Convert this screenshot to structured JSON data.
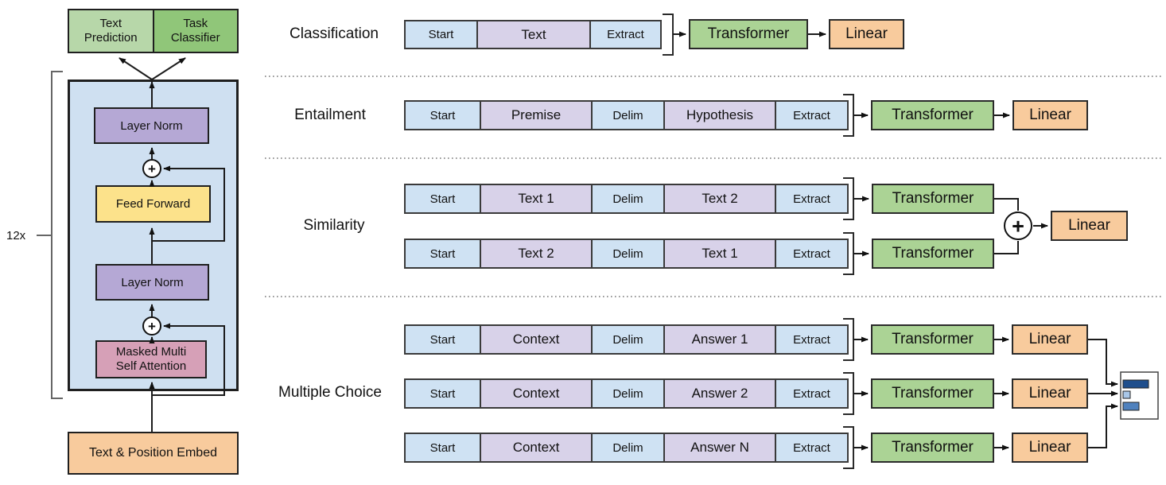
{
  "architecture": {
    "repeat_label": "12x",
    "outputs": [
      {
        "label": "Text Prediction"
      },
      {
        "label": "Task Classifier"
      }
    ],
    "stack": [
      {
        "label": "Layer Norm"
      },
      {
        "label": "Feed Forward"
      },
      {
        "label": "Layer Norm"
      },
      {
        "label": "Masked Multi Self Attention"
      }
    ],
    "input_label": "Text & Position Embed"
  },
  "operators": {
    "sum": "+"
  },
  "tasks": [
    {
      "label": "Classification",
      "rows": [
        {
          "cells": [
            {
              "text": "Start"
            },
            {
              "text": "Text"
            },
            {
              "text": "Extract"
            }
          ],
          "stages": [
            "Transformer",
            "Linear"
          ]
        }
      ]
    },
    {
      "label": "Entailment",
      "rows": [
        {
          "cells": [
            {
              "text": "Start"
            },
            {
              "text": "Premise"
            },
            {
              "text": "Delim"
            },
            {
              "text": "Hypothesis"
            },
            {
              "text": "Extract"
            }
          ],
          "stages": [
            "Transformer",
            "Linear"
          ]
        }
      ]
    },
    {
      "label": "Similarity",
      "rows": [
        {
          "cells": [
            {
              "text": "Start"
            },
            {
              "text": "Text 1"
            },
            {
              "text": "Delim"
            },
            {
              "text": "Text 2"
            },
            {
              "text": "Extract"
            }
          ],
          "stages": [
            "Transformer"
          ]
        },
        {
          "cells": [
            {
              "text": "Start"
            },
            {
              "text": "Text 2"
            },
            {
              "text": "Delim"
            },
            {
              "text": "Text 1"
            },
            {
              "text": "Extract"
            }
          ],
          "stages": [
            "Transformer"
          ]
        }
      ],
      "merge": {
        "operator": "+",
        "stage": "Linear"
      }
    },
    {
      "label": "Multiple Choice",
      "rows": [
        {
          "cells": [
            {
              "text": "Start"
            },
            {
              "text": "Context"
            },
            {
              "text": "Delim"
            },
            {
              "text": "Answer 1"
            },
            {
              "text": "Extract"
            }
          ],
          "stages": [
            "Transformer",
            "Linear"
          ]
        },
        {
          "cells": [
            {
              "text": "Start"
            },
            {
              "text": "Context"
            },
            {
              "text": "Delim"
            },
            {
              "text": "Answer 2"
            },
            {
              "text": "Extract"
            }
          ],
          "stages": [
            "Transformer",
            "Linear"
          ]
        },
        {
          "cells": [
            {
              "text": "Start"
            },
            {
              "text": "Context"
            },
            {
              "text": "Delim"
            },
            {
              "text": "Answer N"
            },
            {
              "text": "Extract"
            }
          ],
          "stages": [
            "Transformer",
            "Linear"
          ]
        }
      ]
    }
  ],
  "colors": {
    "token_special_blue": "#cfe2f3",
    "token_content_purple": "#d8d2e9",
    "container_blue": "#cfe0f1",
    "layer_norm_purple": "#b5a8d5",
    "feed_forward_yellow": "#fce28b",
    "attention_pink": "#d6a0b7",
    "embed_orange": "#f8cb9d",
    "text_prediction_green": "#b7d7a9",
    "task_classifier_green": "#90c679",
    "transformer_green": "#abd395",
    "linear_orange": "#f8cb9d",
    "distribution_bar_colors": [
      "#1f4e8c",
      "#a9c7e8",
      "#4f81bd"
    ]
  }
}
